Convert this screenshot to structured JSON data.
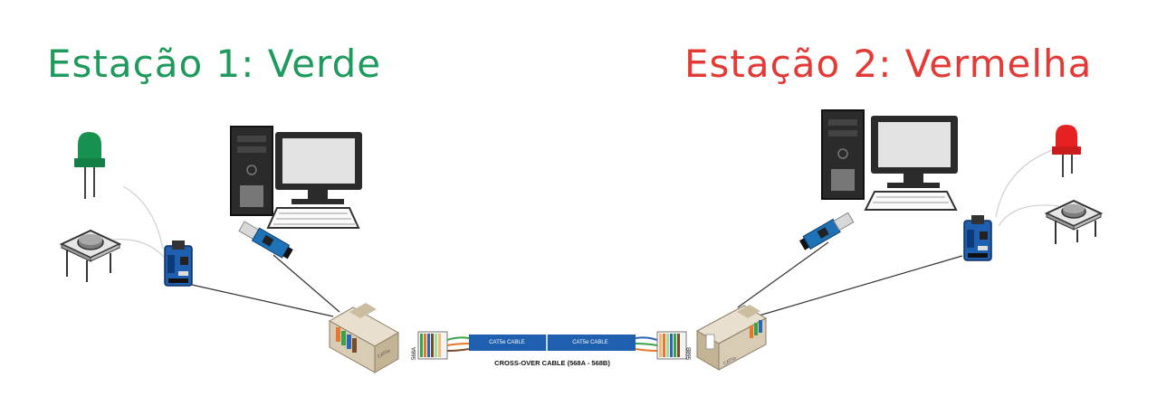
{
  "station1": {
    "title": "Estação 1: Verde",
    "led_color": "#17914f"
  },
  "station2": {
    "title": "Estação 2: Vermelha",
    "led_color": "#e52121"
  },
  "cable": {
    "left_label": "CAT5e CABLE",
    "right_label": "CAT5e CABLE",
    "caption": "CROSS-OVER CABLE (568A - 568B)",
    "end_left": "568A",
    "end_right": "568B",
    "color": "#1f5fb0"
  },
  "jack_label": "CAT5e"
}
